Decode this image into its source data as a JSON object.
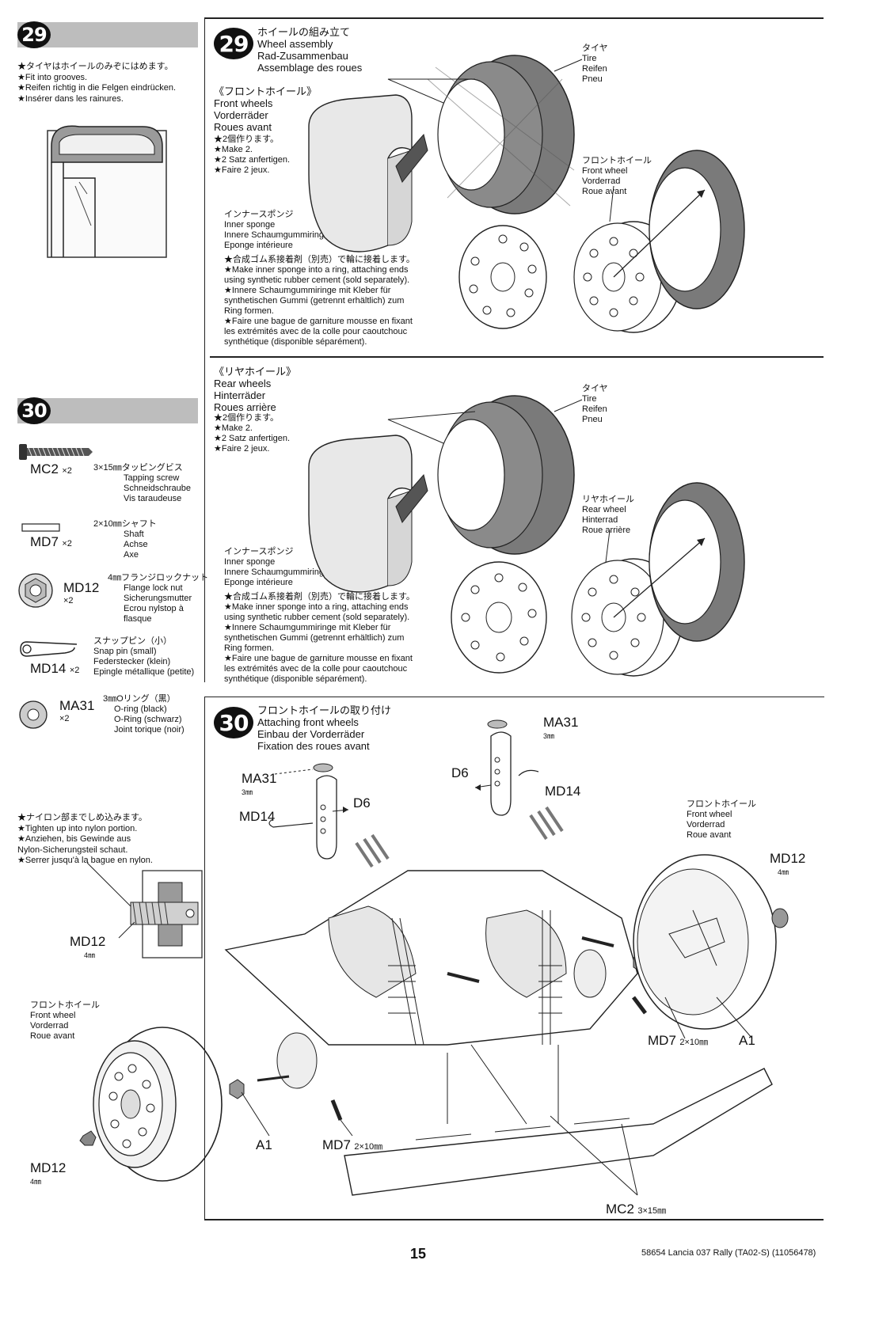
{
  "left_col": {
    "step29": {
      "num": "29",
      "notes": [
        "★タイヤはホイールのみぞにはめます。",
        "★Fit into grooves.",
        "★Reifen richtig in die Felgen eindrücken.",
        "★Insérer dans les rainures."
      ]
    },
    "step30": {
      "num": "30",
      "parts": [
        {
          "code": "MC2",
          "qty": "×2",
          "desc": [
            "3×15㎜タッピングビス",
            "Tapping screw",
            "Schneidschraube",
            "Vis taraudeuse"
          ]
        },
        {
          "code": "MD7",
          "qty": "×2",
          "desc": [
            "2×10㎜シャフト",
            "Shaft",
            "Achse",
            "Axe"
          ]
        },
        {
          "code": "MD12",
          "qty": "×2",
          "desc": [
            "4㎜フランジロックナット",
            "Flange lock nut",
            "Sicherungsmutter",
            "Ecrou nylstop à",
            "flasque"
          ]
        },
        {
          "code": "MD14",
          "qty": "×2",
          "desc": [
            "スナップピン（小）",
            "Snap pin (small)",
            "Federstecker (klein)",
            "Epingle métallique (petite)"
          ]
        },
        {
          "code": "MA31",
          "qty": "×2",
          "desc": [
            "3㎜Oリング（黒）",
            "O-ring (black)",
            "O-Ring (schwarz)",
            "Joint torique (noir)"
          ]
        }
      ],
      "nylon_notes": [
        "★ナイロン部までしめ込みます。",
        "★Tighten up into nylon portion.",
        "★Anziehen, bis Gewinde aus",
        "Nylon-Sicherungsteil schaut.",
        "★Serrer jusqu'à la bague en nylon."
      ],
      "nut_label": "MD12",
      "nut_size": "4㎜",
      "front_wheel": [
        "フロントホイール",
        "Front wheel",
        "Vorderrad",
        "Roue avant"
      ],
      "bottom_md12": "MD12",
      "bottom_md12_size": "4㎜"
    }
  },
  "panel29": {
    "num": "29",
    "title": [
      "ホイールの組み立て",
      "Wheel assembly",
      "Rad-Zusammenbau",
      "Assemblage des roues"
    ],
    "front": {
      "heading": [
        "《フロントホイール》",
        "Front wheels",
        "Vorderräder",
        "Roues avant"
      ],
      "make": [
        "★2個作ります。",
        "★Make 2.",
        "★2 Satz anfertigen.",
        "★Faire 2 jeux."
      ],
      "tire": [
        "タイヤ",
        "Tire",
        "Reifen",
        "Pneu"
      ],
      "wheel": [
        "フロントホイール",
        "Front wheel",
        "Vorderrad",
        "Roue avant"
      ],
      "sponge": [
        "インナースポンジ",
        "Inner sponge",
        "Innere Schaumgummiringe",
        "Eponge intérieure"
      ],
      "cement": [
        "★合成ゴム系接着剤（別売）で輪に接着します。",
        "★Make inner sponge into a ring, attaching ends",
        "using synthetic rubber cement (sold separately).",
        "★Innere Schaumgummiringe mit Kleber für",
        "synthetischen Gummi (getrennt erhältlich) zum",
        "Ring formen.",
        "★Faire une bague de garniture mousse en fixant",
        "les extrémités avec de la colle pour caoutchouc",
        "synthétique (disponible séparément)."
      ]
    },
    "rear": {
      "heading": [
        "《リヤホイール》",
        "Rear wheels",
        "Hinterräder",
        "Roues arrière"
      ],
      "make": [
        "★2個作ります。",
        "★Make 2.",
        "★2 Satz anfertigen.",
        "★Faire 2 jeux."
      ],
      "tire": [
        "タイヤ",
        "Tire",
        "Reifen",
        "Pneu"
      ],
      "wheel": [
        "リヤホイール",
        "Rear wheel",
        "Hinterrad",
        "Roue arrière"
      ],
      "sponge": [
        "インナースポンジ",
        "Inner sponge",
        "Innere Schaumgummiringe",
        "Eponge intérieure"
      ],
      "cement": [
        "★合成ゴム系接着剤（別売）で輪に接着します。",
        "★Make inner sponge into a ring, attaching ends",
        "using synthetic rubber cement (sold separately).",
        "★Innere Schaumgummiringe mit Kleber für",
        "synthetischen Gummi (getrennt erhältlich) zum",
        "Ring formen.",
        "★Faire une bague de garniture mousse en fixant",
        "les extrémités avec de la colle pour caoutchouc",
        "synthétique (disponible séparément)."
      ]
    }
  },
  "panel30": {
    "num": "30",
    "title": [
      "フロントホイールの取り付け",
      "Attaching front wheels",
      "Einbau der Vorderräder",
      "Fixation des roues avant"
    ],
    "labels": {
      "ma31_left": "MA31",
      "ma31_left_size": "3㎜",
      "md14_left": "MD14",
      "d6_left": "D6",
      "ma31_right": "MA31",
      "ma31_right_size": "3㎜",
      "d6_right": "D6",
      "md14_right": "MD14",
      "front_wheel": [
        "フロントホイール",
        "Front wheel",
        "Vorderrad",
        "Roue avant"
      ],
      "md12_right": "MD12",
      "md12_right_size": "4㎜",
      "md7_right": "MD7",
      "md7_right_size": "2×10㎜",
      "a1_right": "A1",
      "a1_left": "A1",
      "md7_left": "MD7",
      "md7_left_size": "2×10㎜",
      "mc2": "MC2",
      "mc2_size": "3×15㎜"
    }
  },
  "footer": {
    "page": "15",
    "model": "58654 Lancia 037 Rally (TA02-S) (11056478)"
  }
}
